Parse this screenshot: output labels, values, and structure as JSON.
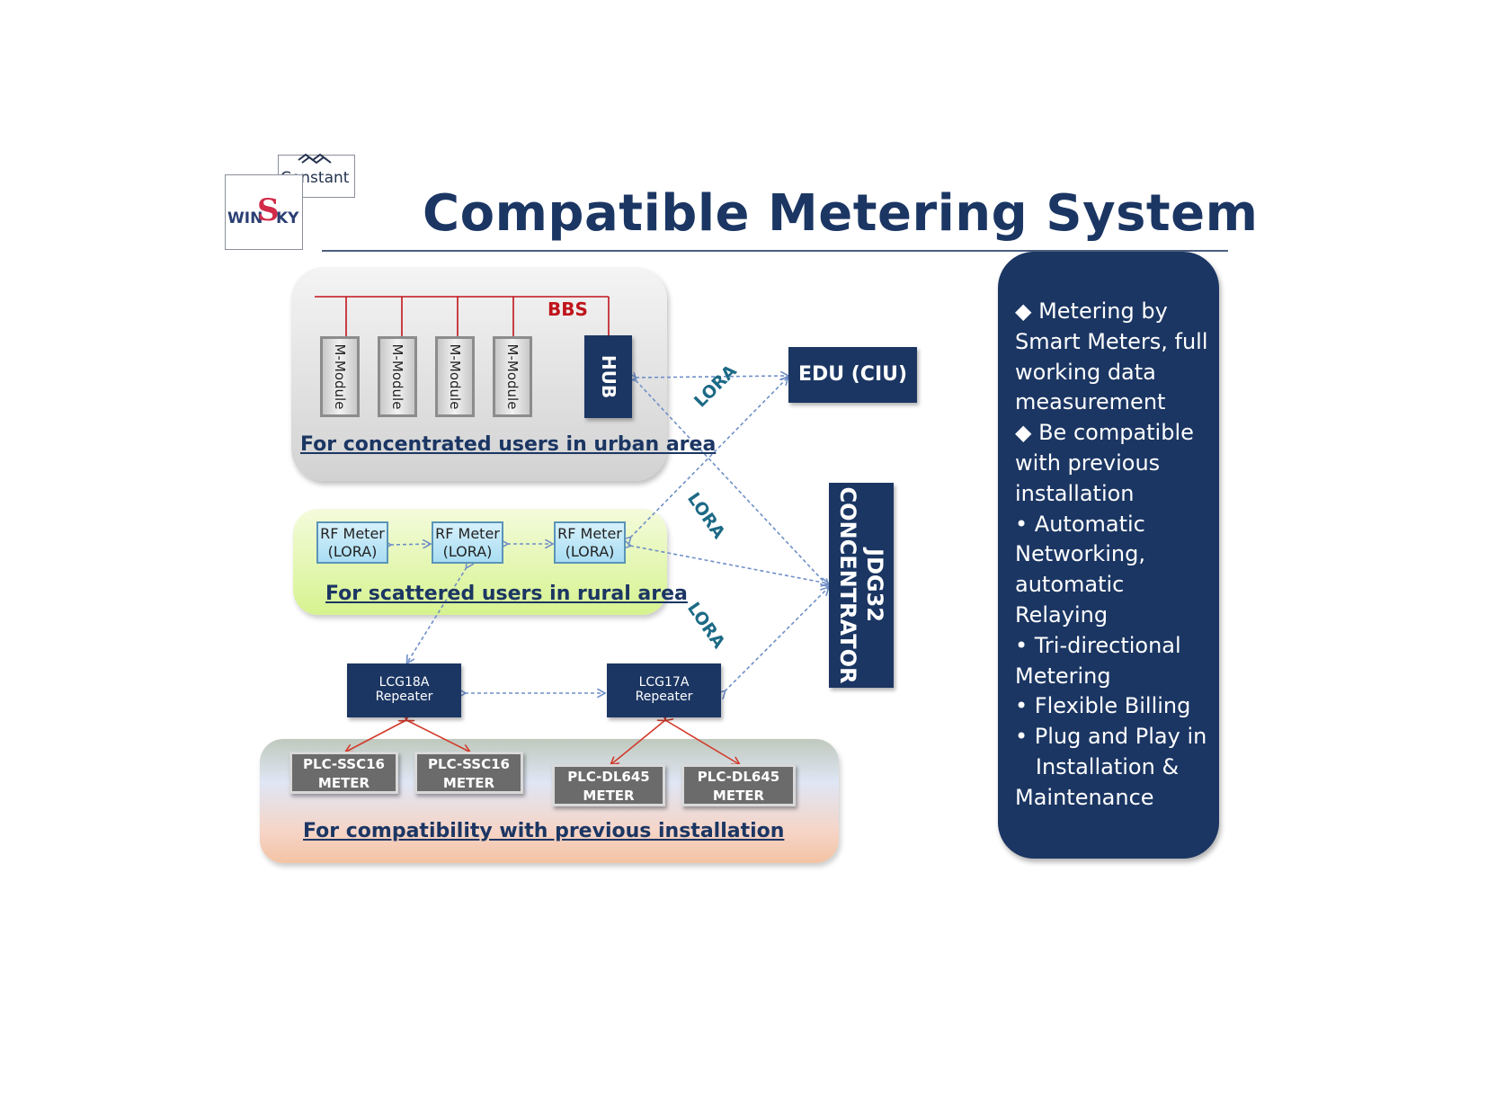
{
  "logo": {
    "top_word": "Constant",
    "bottom_prefix": "WIN",
    "bottom_s": "S",
    "bottom_suffix": "KY"
  },
  "title": "Compatible Metering System",
  "urban": {
    "bus_label": "BBS",
    "modules": [
      "M-Module",
      "M-Module",
      "M-Module",
      "M-Module"
    ],
    "hub": "HUB",
    "caption": "For concentrated users in urban area"
  },
  "edu": "EDU (CIU)",
  "concentrator": {
    "line1": "JDG32",
    "line2": "CONCENTRATOR"
  },
  "lora_labels": [
    "LORA",
    "LORA",
    "LORA"
  ],
  "rural": {
    "meters": [
      {
        "line1": "RF Meter",
        "line2": "(LORA)"
      },
      {
        "line1": "RF Meter",
        "line2": "(LORA)"
      },
      {
        "line1": "RF Meter",
        "line2": "(LORA)"
      }
    ],
    "caption": "For scattered users in rural area"
  },
  "repeaters": [
    {
      "line1": "LCG18A",
      "line2": "Repeater"
    },
    {
      "line1": "LCG17A",
      "line2": "Repeater"
    }
  ],
  "compat": {
    "meters": [
      {
        "line1": "PLC-SSC16",
        "line2": "METER"
      },
      {
        "line1": "PLC-SSC16",
        "line2": "METER"
      },
      {
        "line1": "PLC-DL645",
        "line2": "METER"
      },
      {
        "line1": "PLC-DL645",
        "line2": "METER"
      }
    ],
    "caption": "For compatibility with previous installation"
  },
  "features": [
    "◆ Metering by",
    "Smart Meters, full",
    "working data",
    "measurement",
    "◆ Be compatible",
    "with previous",
    "installation",
    "• Automatic",
    "Networking,",
    "automatic",
    "Relaying",
    "• Tri-directional",
    "Metering",
    "• Flexible Billing",
    "• Plug and Play in",
    "   Installation &",
    "Maintenance"
  ],
  "colors": {
    "navy": "#1b3663",
    "bus_red": "#c0141b",
    "link_blue": "#6f8fc7",
    "plc_link_red": "#d23a2c",
    "lora_teal": "#1c6a86"
  }
}
